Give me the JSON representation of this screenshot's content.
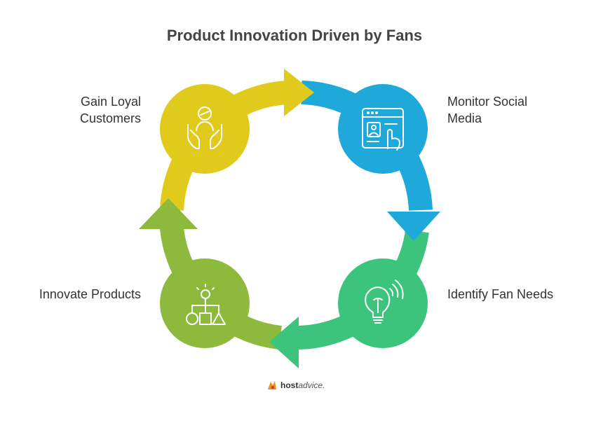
{
  "title": "Product Innovation Driven by Fans",
  "steps": [
    {
      "label_lines": [
        "Monitor Social",
        "Media"
      ],
      "icon": "social-media-monitor-icon",
      "color": "#1EA9DA"
    },
    {
      "label_lines": [
        "Identify Fan Needs"
      ],
      "icon": "lightbulb-wifi-icon",
      "color": "#3CC47C"
    },
    {
      "label_lines": [
        "Innovate Products"
      ],
      "icon": "flowchart-shapes-icon",
      "color": "#8DBA3C"
    },
    {
      "label_lines": [
        "Gain Loyal",
        "Customers"
      ],
      "icon": "hands-person-icon",
      "color": "#E0CA1C"
    }
  ],
  "brand": {
    "bold": "host",
    "italic": "advice."
  }
}
